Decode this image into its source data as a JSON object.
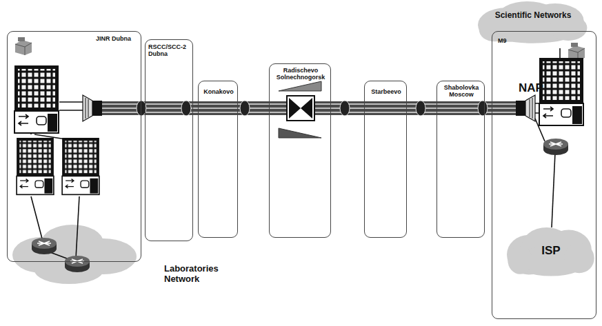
{
  "diagram": {
    "nodes": [
      {
        "text": [
          "JINR Dubna"
        ]
      },
      {
        "text": [
          "RSCC/SCC-2 Dubna"
        ]
      },
      {
        "text": [
          "Konakovo"
        ]
      },
      {
        "text": [
          "Radischevo Solnechnogorsk"
        ]
      },
      {
        "text": [
          "Starbeevo"
        ]
      },
      {
        "text": [
          "Shabolovka Moscow"
        ]
      },
      {
        "text": [
          "Scientific Networks"
        ]
      },
      {
        "text": [
          "M9"
        ]
      },
      {
        "text": [
          "ISP"
        ],
        "in": 7
      }
    ],
    "labels": [
      "NAP",
      "Laboratories Network"
    ]
  }
}
